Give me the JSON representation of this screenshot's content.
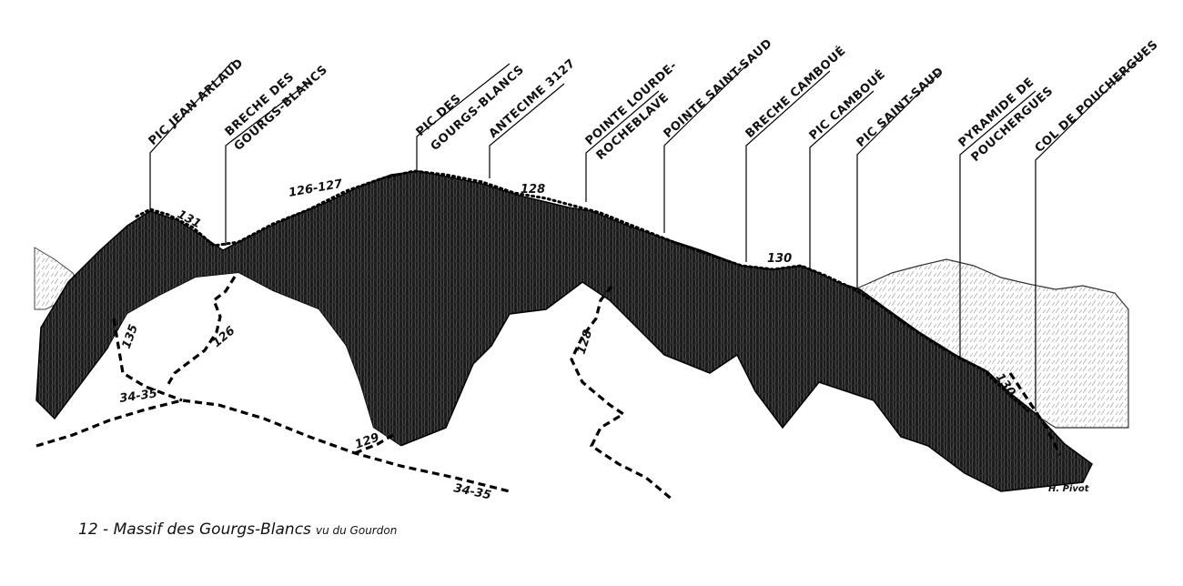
{
  "figure": {
    "peak_labels": [
      {
        "line1": "PIC JEAN ARLAUD",
        "line2": ""
      },
      {
        "line1": "BRECHE DES",
        "line2": "GOURGS-BLANCS"
      },
      {
        "line1": "PIC  DES",
        "line2": "GOURGS-BLANCS"
      },
      {
        "line1": "ANTECIME 3127",
        "line2": ""
      },
      {
        "line1": "POINTE LOURDE-",
        "line2": "ROCHEBLAVE"
      },
      {
        "line1": "POINTE SAINT-SAUD",
        "line2": ""
      },
      {
        "line1": "BRECHE CAMBOUÉ",
        "line2": ""
      },
      {
        "line1": "PIC CAMBOUÉ",
        "line2": ""
      },
      {
        "line1": "PIC SAINT-SAUD",
        "line2": ""
      },
      {
        "line1": "PYRAMIDE DE",
        "line2": "POUCHERGUES"
      },
      {
        "line1": "COL DE POUCHERGUES",
        "line2": ""
      }
    ],
    "route_labels": [
      "131",
      "126-127",
      "128",
      "130",
      "135",
      "126",
      "34-35",
      "129",
      "34-35",
      "128",
      "130"
    ],
    "signature": "H. Pivot"
  },
  "caption": {
    "main": "12 - Massif des Gourgs-Blancs",
    "sub": "vu du Gourdon"
  }
}
